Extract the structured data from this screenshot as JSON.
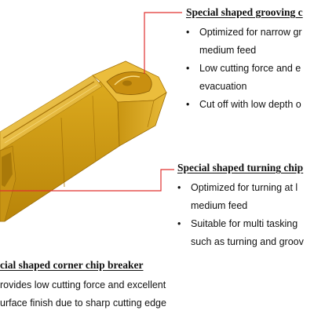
{
  "colors": {
    "insert_body": "#d4a017",
    "insert_highlight": "#f2c94c",
    "insert_shadow": "#a27008",
    "leader_line": "#e0302f",
    "text": "#111111"
  },
  "callouts": {
    "grooving": {
      "title": "Special shaped grooving c",
      "bullets": [
        {
          "text": "Optimized for narrow gr",
          "cont": "medium feed"
        },
        {
          "text": "Low cutting force and e",
          "cont": "evacuation"
        },
        {
          "text": "Cut off with low depth o",
          "cont": ""
        }
      ]
    },
    "turning": {
      "title": "Special shaped turning chip",
      "bullets": [
        {
          "text": "Optimized for turning at l",
          "cont": "medium feed"
        },
        {
          "text": "Suitable for multi tasking",
          "cont": "such as turning and groov"
        }
      ]
    },
    "corner": {
      "title": "cial shaped corner chip breaker",
      "bullets": [
        {
          "text": "rovides low cutting force and excellent",
          "cont": "urface finish due to sharp cutting edge"
        }
      ]
    }
  },
  "bullet_glyph": "•"
}
